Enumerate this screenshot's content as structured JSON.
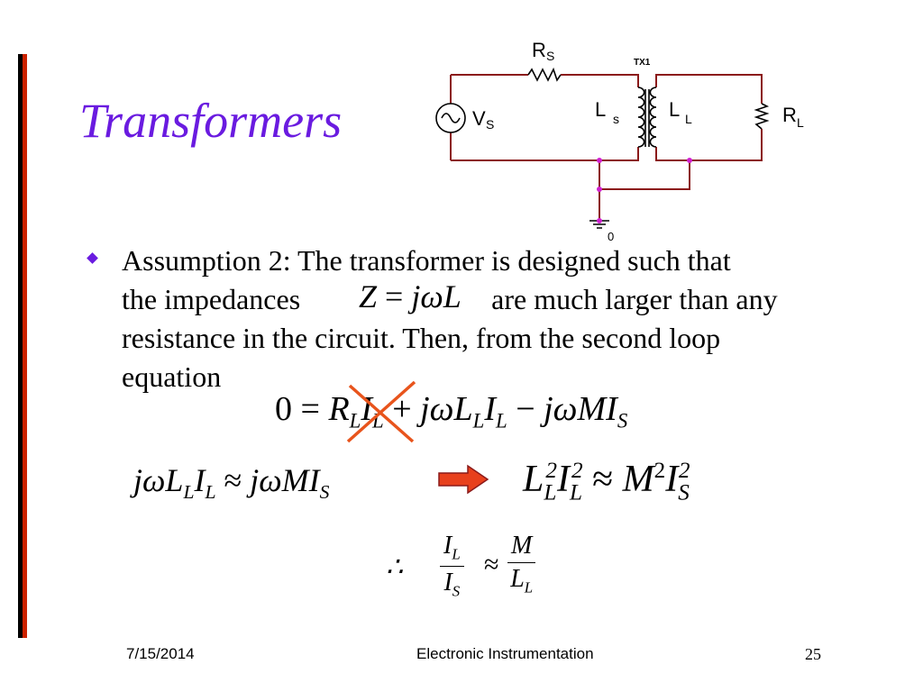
{
  "title": "Transformers",
  "circuit": {
    "labels": {
      "rs": "R",
      "rs_sub": "S",
      "tx": "TX1",
      "vs": "V",
      "vs_sub": "S",
      "ls": "L",
      "ls_sub": "s",
      "ll": "L",
      "ll_sub": "L",
      "rl": "R",
      "rl_sub": "L",
      "ground": "0"
    },
    "colors": {
      "wire": "#8b1a1a",
      "component": "#000000",
      "node": "#d020d0"
    }
  },
  "bullet": {
    "line1": "Assumption 2: The transformer is designed such that",
    "line2_before": "the impedances",
    "line2_after": "are much larger than any",
    "line3": "resistance in the circuit. Then, from the second loop",
    "line4": "equation"
  },
  "formulas": {
    "impedance": {
      "z": "Z",
      "eq": "=",
      "rhs": "jωL"
    },
    "loop": {
      "zero": "0",
      "eq": "=",
      "r": "R",
      "r_sub": "L",
      "i": "I",
      "i_sub": "L",
      "plus": "+",
      "jwl": "jωL",
      "jwl_sub": "L",
      "i2": "I",
      "i2_sub": "L",
      "minus": "−",
      "jwm": "jωMI",
      "jwm_sub": "S"
    },
    "approx": {
      "jwl": "jωL",
      "l_sub": "L",
      "i": "I",
      "i_sub": "L",
      "approx": "≈",
      "jwm": "jωMI",
      "jwm_sub": "S"
    },
    "squared": {
      "l": "L",
      "l_sup": "2",
      "l_sub": "L",
      "i": "I",
      "i_sup": "2",
      "i_sub": "L",
      "approx": "≈",
      "m": "M",
      "m_sup": "2",
      "is": "I",
      "is_sup": "2",
      "is_sub": "S"
    },
    "ratio": {
      "therefore": "∴",
      "num1": "I",
      "num1_sub": "L",
      "den1": "I",
      "den1_sub": "S",
      "approx": "≈",
      "num2": "M",
      "den2": "L",
      "den2_sub": "L"
    }
  },
  "footer": {
    "date": "7/15/2014",
    "center": "Electronic Instrumentation",
    "page": "25"
  },
  "colors": {
    "title": "#6a1be0",
    "bullet": "#6a1be0",
    "rule_red": "#cc2200",
    "cross": "#e8541c",
    "arrow_fill": "#e8401c",
    "arrow_stroke": "#8b1a1a"
  }
}
